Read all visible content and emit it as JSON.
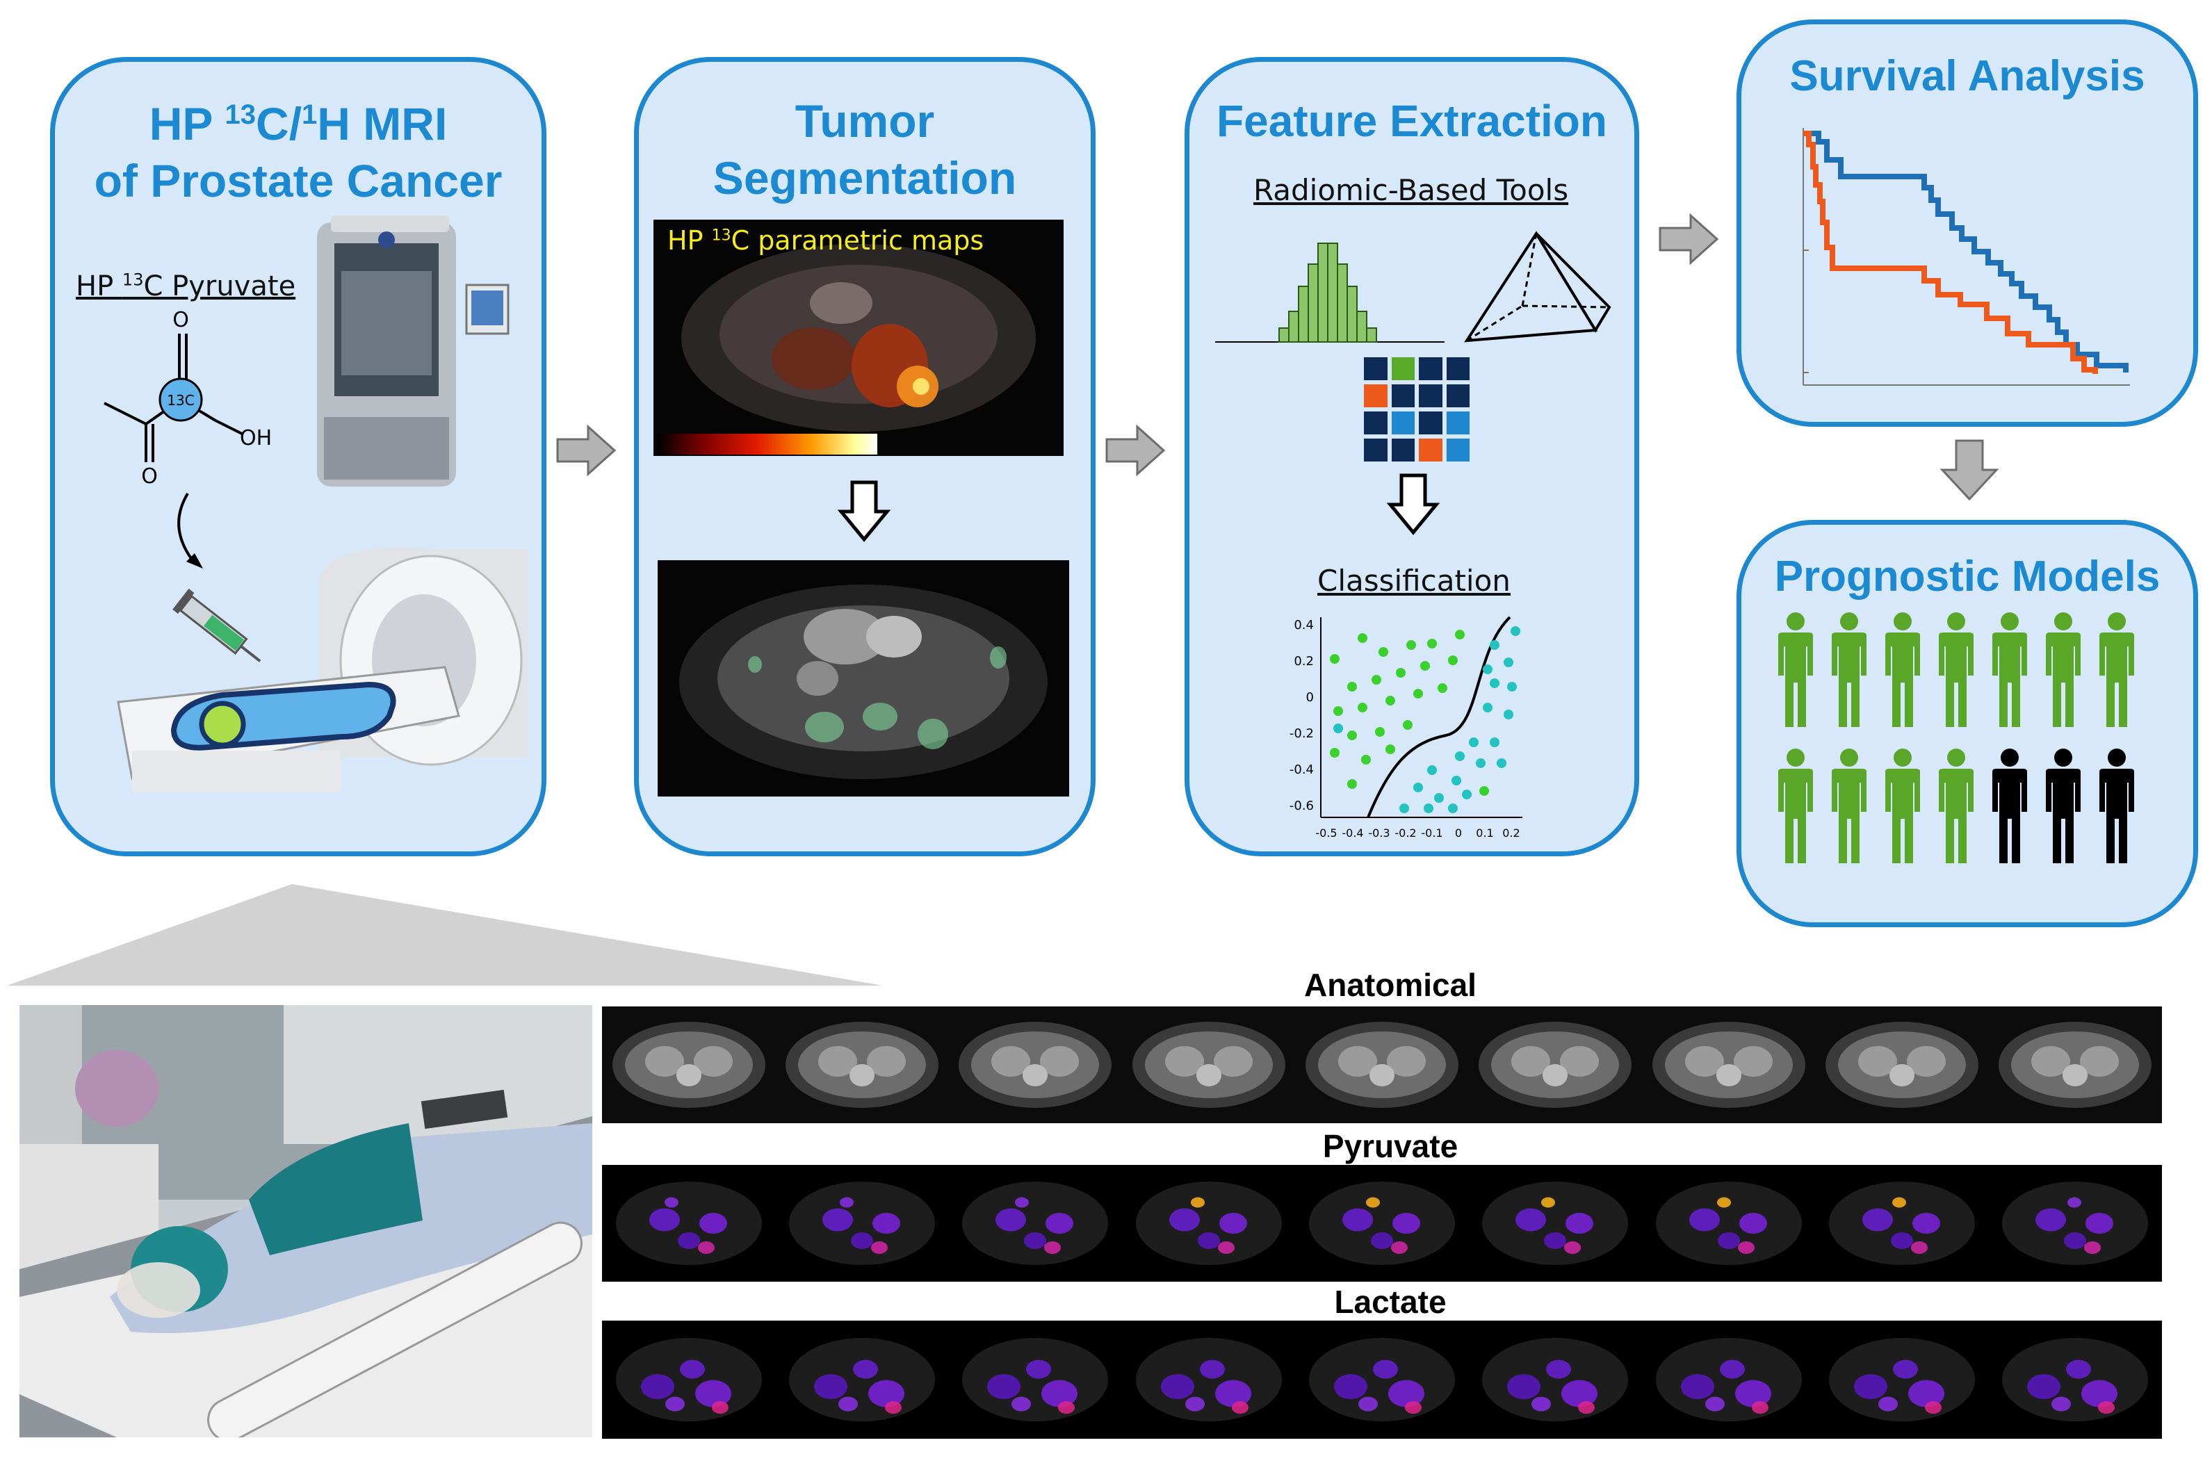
{
  "panels": {
    "mri": {
      "title_line1_pre": "HP ",
      "title_sup1": "13",
      "title_mid": "C/",
      "title_sup2": "1",
      "title_post": "H MRI",
      "title_line2": "of Prostate Cancer",
      "pyruvate_label_pre": "HP ",
      "pyruvate_label_sup": "13",
      "pyruvate_label_post": "C Pyruvate",
      "molecule_labels": {
        "o_top": "O",
        "c13": "13C",
        "oh": "OH",
        "o_bottom": "O"
      }
    },
    "segmentation": {
      "title_line1": "Tumor",
      "title_line2": "Segmentation",
      "map_label_pre": "HP ",
      "map_label_sup": "13",
      "map_label_post": "C parametric maps"
    },
    "features": {
      "title": "Feature Extraction",
      "tools_label": "Radiomic-Based Tools",
      "classification_label": "Classification",
      "y_ticks": [
        "0.4",
        "0.2",
        "0",
        "-0.2",
        "-0.4",
        "-0.6"
      ],
      "x_ticks": [
        "-0.5",
        "-0.4",
        "-0.3",
        "-0.2",
        "-0.1",
        "0",
        "0.1",
        "0.2"
      ]
    },
    "survival": {
      "title": "Survival Analysis"
    },
    "prognostic": {
      "title": "Prognostic Models",
      "people_green": 11,
      "people_black": 3
    }
  },
  "rows": [
    {
      "label": "Anatomical"
    },
    {
      "label": "Pyruvate"
    },
    {
      "label": "Lactate"
    }
  ],
  "colors": {
    "panel_fill": "#d6e8fa",
    "panel_border": "#1d88cf",
    "title_blue": "#1b8ad3",
    "survival_blue": "#1f6fb5",
    "survival_orange": "#ee5a1c",
    "person_green": "#5aa629",
    "person_black": "#000000",
    "scatter_green": "#3bd12c",
    "scatter_teal": "#22c3c0"
  }
}
